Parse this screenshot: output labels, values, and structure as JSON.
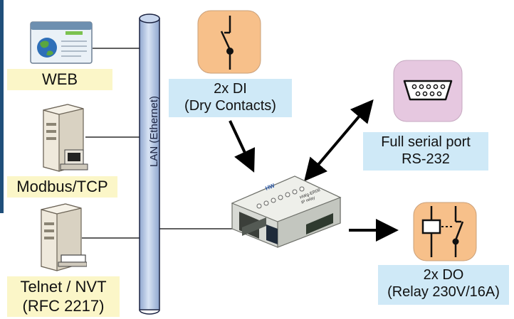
{
  "nodes": {
    "web": {
      "label": "WEB"
    },
    "modbus": {
      "label": "Modbus/TCP"
    },
    "telnet": {
      "line1": "Telnet / NVT",
      "line2": "(RFC 2217)"
    },
    "lan": {
      "label": "LAN (Ethernet)"
    },
    "di": {
      "line1": "2x DI",
      "line2": "(Dry Contacts)"
    },
    "serial": {
      "line1": "Full serial port",
      "line2": "RS-232"
    },
    "do": {
      "line1": "2x DO",
      "line2": "(Relay 230V/16A)"
    },
    "device": {
      "brand": "HW",
      "model_line1": "HWg-ER08",
      "model_line2": "IP relay"
    }
  },
  "colors": {
    "label_yellow": "#fbf6c8",
    "label_blue": "#cfe9f7",
    "icon_orange": "#f7c08a",
    "icon_pink": "#e6c8e0",
    "lan_pipe": "#b9cbe6",
    "accent": "#1f4f7a"
  },
  "icons": {
    "web": "browser-window-icon",
    "modbus": "server-tower-icon",
    "telnet": "server-tower-icon",
    "di": "switch-contact-icon",
    "serial": "db9-connector-icon",
    "do": "relay-coil-icon"
  }
}
